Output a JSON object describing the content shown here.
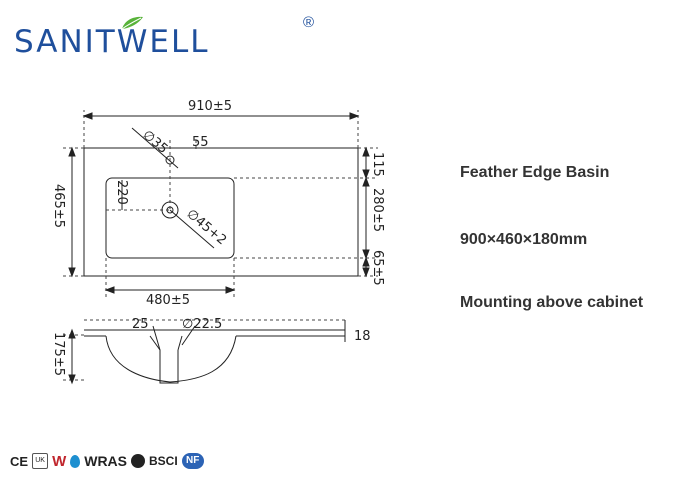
{
  "brand": {
    "name": "SANITWELL",
    "registered_mark": "®",
    "color": "#1f4f9c",
    "leaf_color": "#58b33a"
  },
  "dimensions": {
    "top_width": "910±5",
    "tap_hole_dia": "∅35",
    "tap_offset": "55",
    "overall_depth": "465±5",
    "front_offset": "115",
    "basin_inner_depth": "280±5",
    "back_margin": "65±5",
    "drain_offset": "220",
    "drain_dia": "∅45+2",
    "basin_inner_width": "480±5",
    "side_lip": "25",
    "overflow_dia": "∅22.5",
    "top_thickness": "18",
    "bowl_depth": "175±5"
  },
  "specs": {
    "name": "Feather Edge Basin",
    "size": "900×460×180mm",
    "mounting": "Mounting above cabinet"
  },
  "certifications": {
    "ce": "CE",
    "w": "W",
    "wras": "WRAS",
    "bsci": "BSCI",
    "nf": "NF"
  }
}
